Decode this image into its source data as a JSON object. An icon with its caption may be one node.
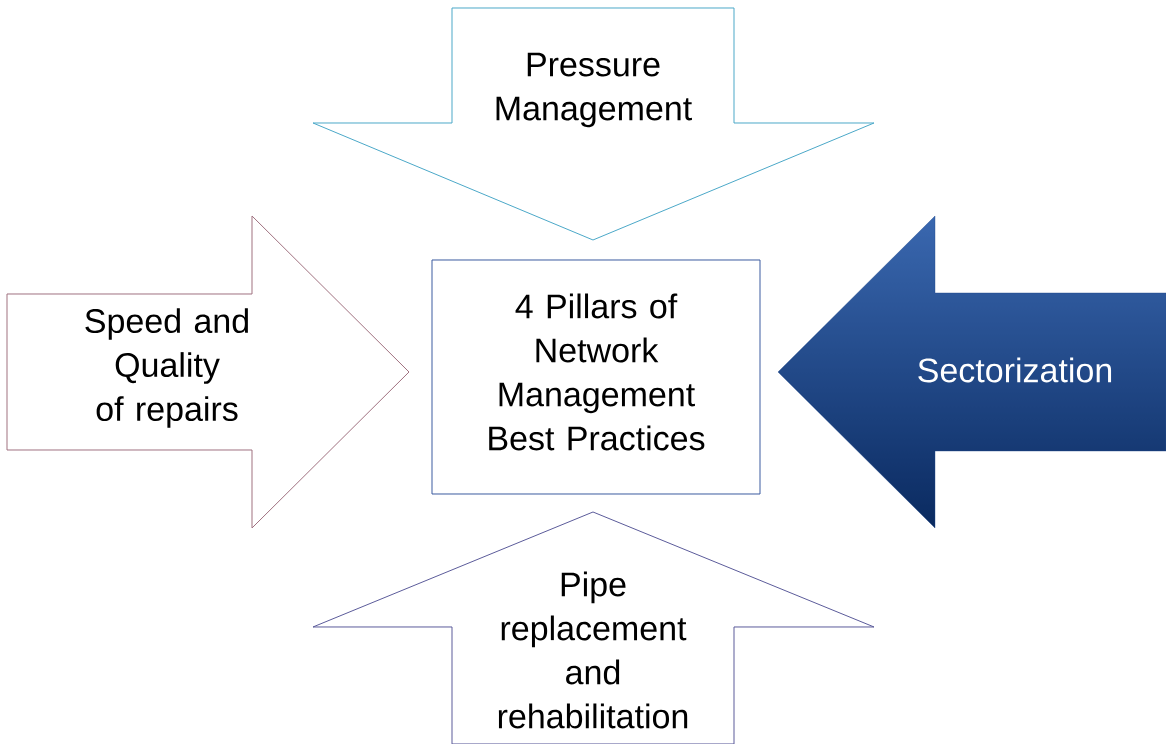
{
  "diagram": {
    "nodes": [
      {
        "text": [
          "Pressure Management"
        ]
      },
      {
        "text": [
          "Speed and Quality of repairs"
        ]
      },
      {
        "text": [
          "4 Pillars of Network Management Best Practices"
        ]
      },
      {
        "text": [
          "Sectorization"
        ]
      },
      {
        "text": [
          "Pipe replacement and rehabilitation"
        ]
      }
    ]
  }
}
